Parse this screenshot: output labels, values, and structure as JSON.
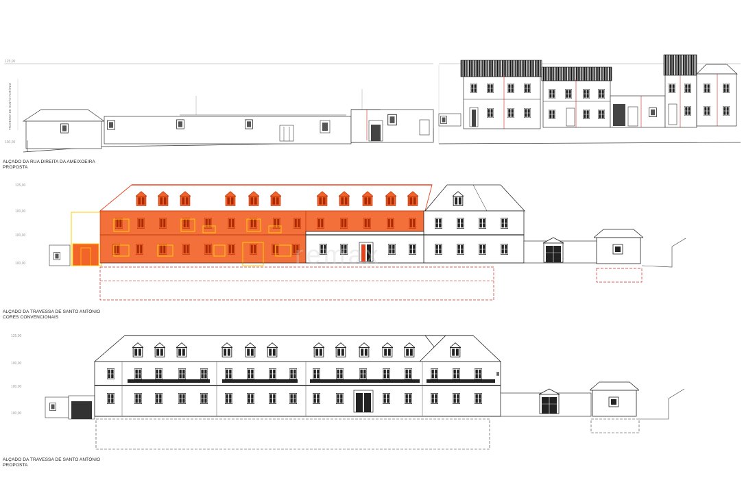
{
  "captions": {
    "elev1_title": "ALÇADO DA RUA DIREITA DA AMEIXOEIRA",
    "elev1_sub": "PROPOSTA",
    "elev2_title": "ALÇADO DA TRAVESSA DE SANTO ANTÓNIO",
    "elev2_sub": "CORES CONVENCIONAIS",
    "elev3_title": "ALÇADO DA TRAVESSA DE SANTO ANTÓNIO",
    "elev3_sub": "PROPOSTA"
  },
  "colors": {
    "line": "#2a2a2a",
    "demolish": "#ffcc00",
    "construct": "#e8421c",
    "dashed": "#d62020",
    "roof": "#111111",
    "level": "#9a9a9a"
  },
  "icons": [
    "level-marker-icon",
    "window-icon",
    "door-icon",
    "gate-icon"
  ]
}
